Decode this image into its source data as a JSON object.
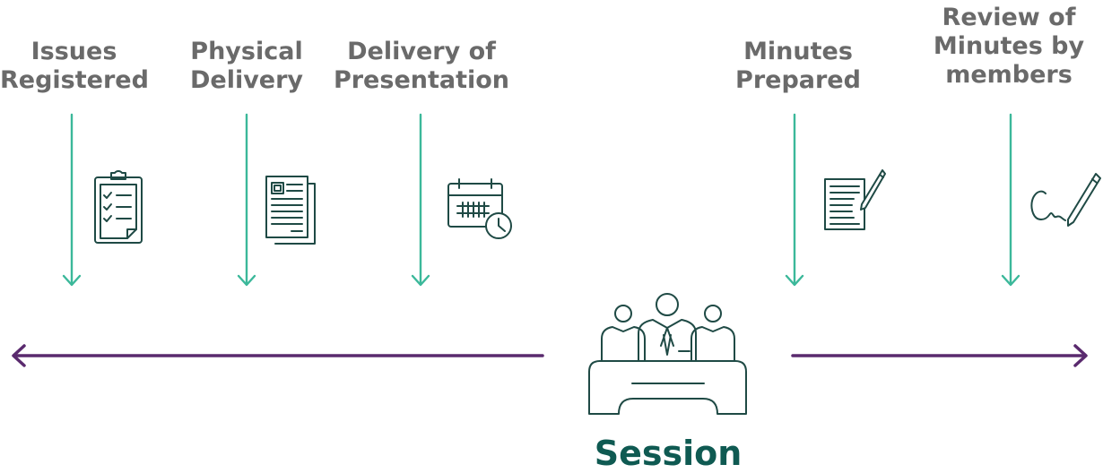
{
  "steps": [
    {
      "id": "issues",
      "lines": [
        "Issues",
        "Registered"
      ],
      "icon": "clipboard-checklist-icon"
    },
    {
      "id": "physical",
      "lines": [
        "Physical",
        "Delivery"
      ],
      "icon": "documents-icon"
    },
    {
      "id": "presentation",
      "lines": [
        "Delivery of",
        "Presentation"
      ],
      "icon": "calendar-clock-icon"
    },
    {
      "id": "minutes",
      "lines": [
        "Minutes",
        "Prepared"
      ],
      "icon": "document-pen-icon"
    },
    {
      "id": "review",
      "lines": [
        "Review of",
        "Minutes by",
        "members"
      ],
      "icon": "signature-pen-icon"
    }
  ],
  "center": {
    "label": "Session",
    "icon": "meeting-table-icon"
  },
  "colors": {
    "label_text": "#6a6a6a",
    "session_text": "#0f5a52",
    "arrow_teal": "#3bb89a",
    "timeline_purple": "#5a2a6e",
    "icon_stroke": "#1f4a45"
  }
}
